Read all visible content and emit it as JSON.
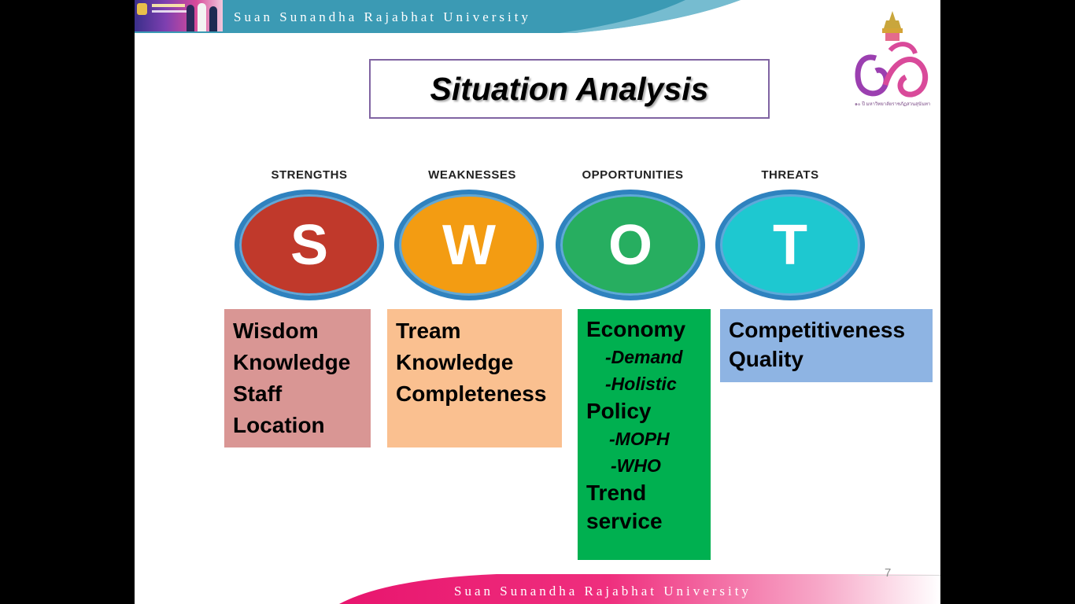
{
  "header": {
    "banner_text": "Suan Sunandha Rajabhat University"
  },
  "footer": {
    "banner_text": "Suan Sunandha Rajabhat University",
    "page_number": "7"
  },
  "logo": {
    "caption": "๑๐ ปี มหาวิทยาลัยราชภัฏสวนสุนันทา"
  },
  "title": "Situation Analysis",
  "swot": [
    {
      "label": "STRENGTHS",
      "letter": "S",
      "color": "#c0392b"
    },
    {
      "label": "WEAKNESSES",
      "letter": "W",
      "color": "#f39c12"
    },
    {
      "label": "OPPORTUNITIES",
      "letter": "O",
      "color": "#27ae60"
    },
    {
      "label": "THREATS",
      "letter": "T",
      "color": "#1ec8d0"
    }
  ],
  "strengths": {
    "items": [
      "Wisdom",
      "Knowledge",
      "Staff",
      "Location"
    ],
    "color": "#d99694"
  },
  "weaknesses": {
    "items": [
      "Tream",
      "Knowledge",
      "Completeness"
    ],
    "color": "#fac090"
  },
  "opportunities": {
    "color": "#00b050",
    "economy": "Economy",
    "economy_sub": [
      "-Demand",
      "-Holistic"
    ],
    "policy": "Policy",
    "policy_sub": [
      "-MOPH",
      "-WHO"
    ],
    "trend": "Trend",
    "service": "service"
  },
  "threats": {
    "items": [
      "Competitiveness",
      "Quality"
    ],
    "color": "#8eb4e3"
  }
}
